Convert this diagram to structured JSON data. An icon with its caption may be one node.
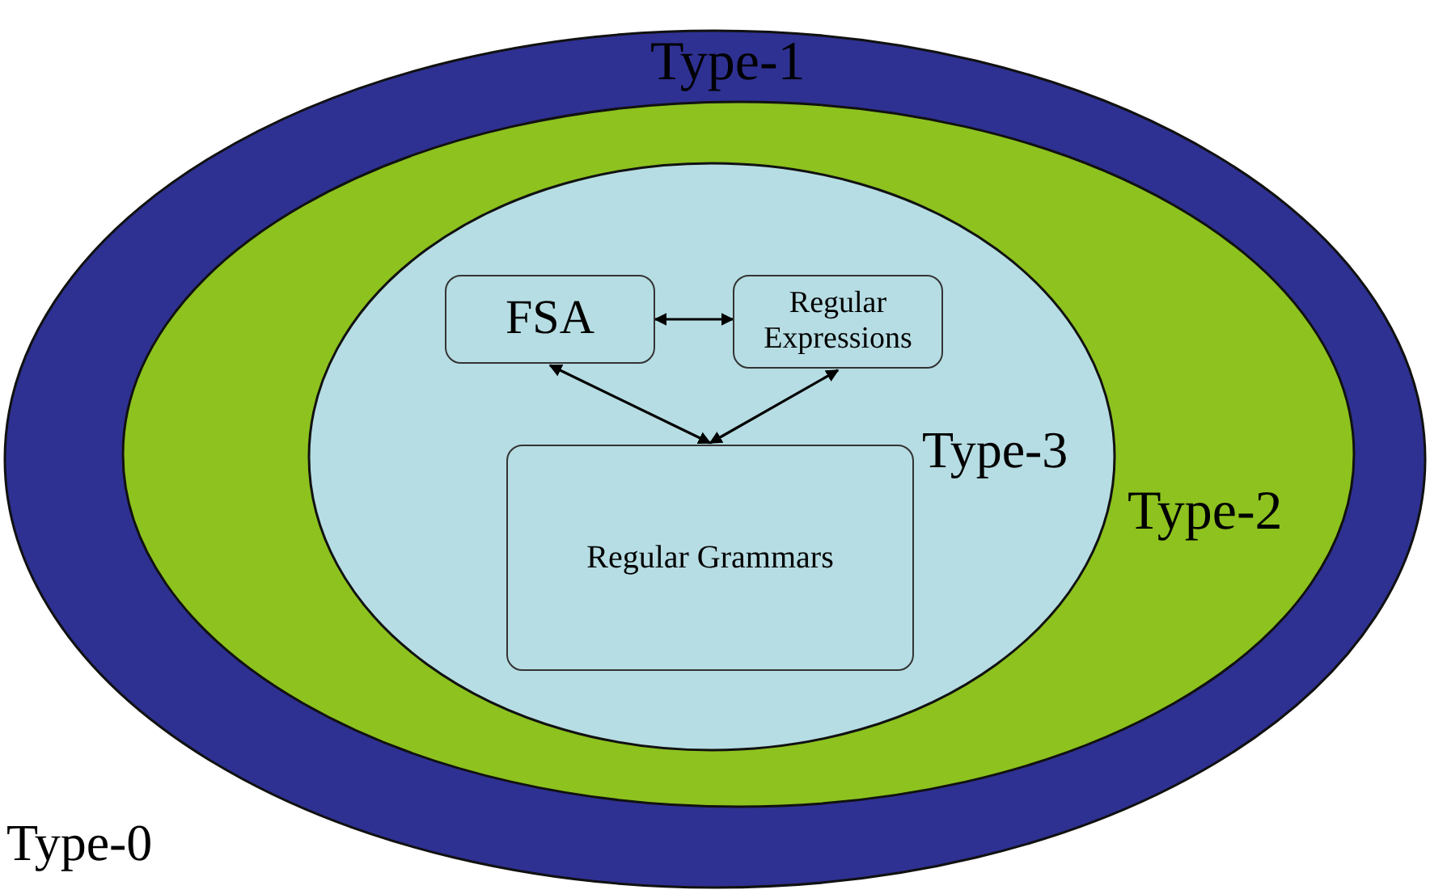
{
  "diagram": {
    "nodes": [
      {
        "text": [
          "Type-1"
        ]
      },
      {
        "text": [
          "Type-2"
        ],
        "in": 0
      },
      {
        "text": [
          "Type-3"
        ],
        "in": 1
      },
      {
        "text": [
          "FSA"
        ],
        "in": 2
      },
      {
        "text": [
          "Regular Expressions"
        ],
        "in": 2
      },
      {
        "text": [
          "Regular Grammars"
        ],
        "in": 2
      }
    ],
    "edges": [
      {
        "from": 3,
        "to": 4,
        "arrow": "both"
      },
      {
        "from": 3,
        "to": 5,
        "arrow": "both"
      },
      {
        "from": 4,
        "to": 5,
        "arrow": "both"
      }
    ],
    "labels": [
      "Type-0"
    ]
  }
}
